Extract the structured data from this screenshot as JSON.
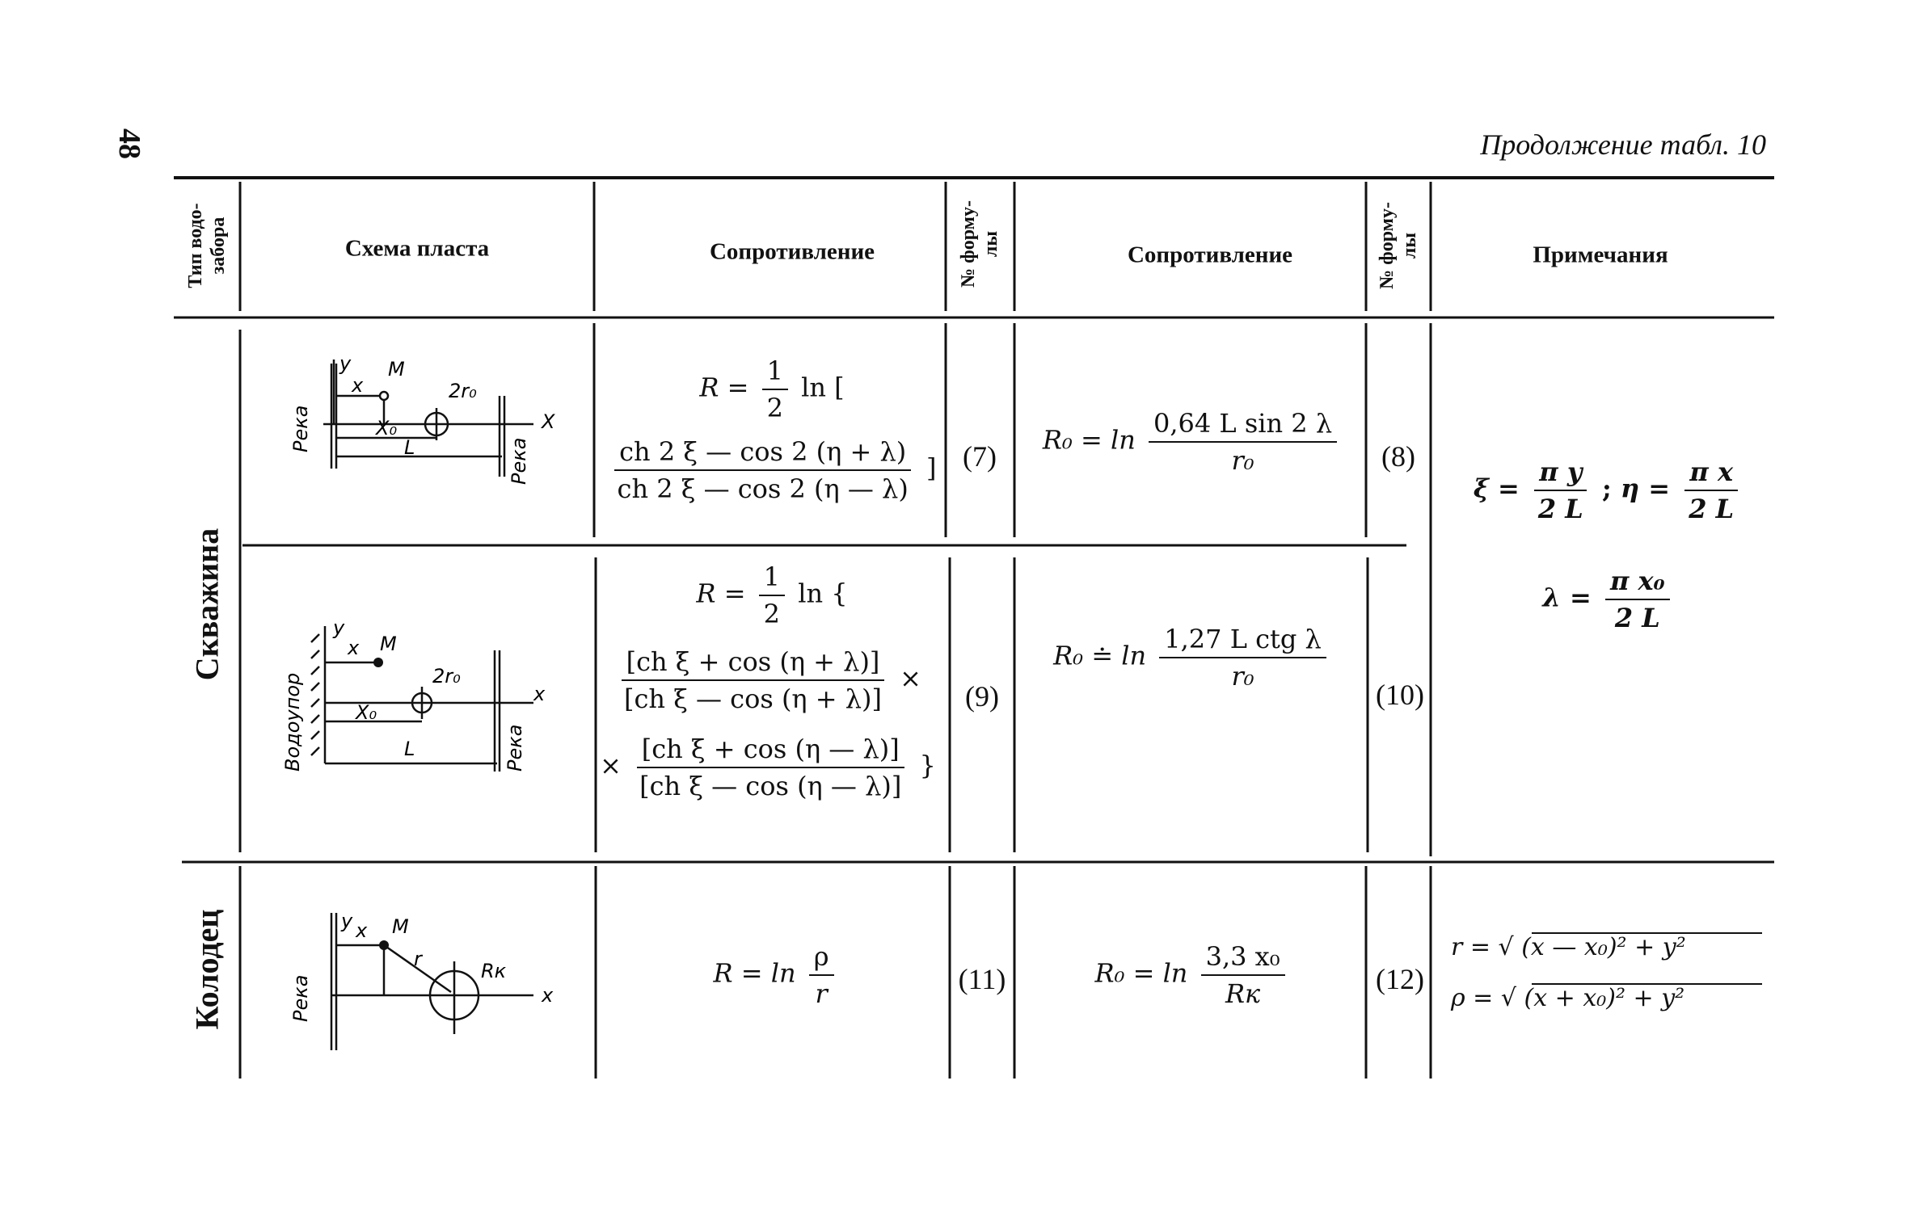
{
  "page": {
    "page_number": "48",
    "continuation": "Продолжение табл. 10"
  },
  "header": {
    "type_col": "Тип водо-\nзабора",
    "schema_col": "Схема пласта",
    "resistance_col_1": "Сопротивление",
    "formula_no_col_1": "№ форму-\nлы",
    "resistance_col_2": "Сопротивление",
    "formula_no_col_2": "№ форму-\nлы",
    "notes_col": "Примечания"
  },
  "groups": {
    "well": "Скважина",
    "shaft": "Колодец"
  },
  "diagram_labels": {
    "river": "Река",
    "aquiclude": "Водоупор",
    "y": "y",
    "x": "x",
    "M": "M",
    "two_r0": "2r₀",
    "x0": "X₀",
    "L": "L",
    "X": "X",
    "r": "r",
    "Rk": "Rк"
  },
  "formulas": {
    "f7": {
      "lhs": "R =",
      "coef_num": "1",
      "coef_den": "2",
      "ln_open": "ln [",
      "num": "ch 2 ξ — cos 2 (η + λ)",
      "den": "ch 2 ξ — cos 2 (η — λ)",
      "close": "]",
      "no": "(7)"
    },
    "f8": {
      "lhs": "R₀ = ln",
      "num": "0,64 L sin 2 λ",
      "den": "r₀",
      "no": "(8)"
    },
    "f9": {
      "lhs": "R =",
      "coef_num": "1",
      "coef_den": "2",
      "ln_open": "ln {",
      "num1": "[ch ξ + cos (η + λ)]",
      "den1": "[ch ξ — cos (η + λ)]",
      "times": "×",
      "num2": "[ch ξ + cos (η — λ)]",
      "den2": "[ch ξ — cos (η — λ)]",
      "close": "}",
      "no": "(9)"
    },
    "f10": {
      "lhs": "R₀ ≐ ln",
      "num": "1,27 L ctg λ",
      "den": "r₀",
      "no": "(10)"
    },
    "f11": {
      "lhs": "R = ln",
      "num": "ρ",
      "den": "r",
      "no": "(11)"
    },
    "f12": {
      "lhs": "R₀ = ln",
      "num": "3,3 x₀",
      "den": "Rк",
      "no": "(12)"
    }
  },
  "notes": {
    "xi_lhs": "ξ =",
    "xi_num": "π y",
    "xi_den": "2 L",
    "sep": ";",
    "eta_lhs": "η =",
    "eta_num": "π x",
    "eta_den": "2 L",
    "lambda_lhs": "λ =",
    "lambda_num": "π x₀",
    "lambda_den": "2 L",
    "r_eq": "r = √ (x — x₀)² + y²",
    "rho_eq": "ρ = √ (x + x₀)² + y²"
  }
}
